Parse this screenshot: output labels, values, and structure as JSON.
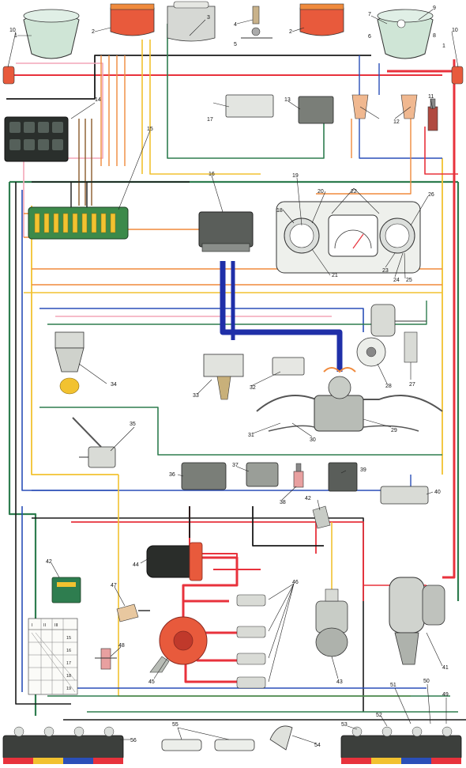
{
  "diagram": {
    "labels": {
      "l1": "1",
      "l2": "2",
      "l3": "3",
      "l4": "4",
      "l5": "5",
      "l6": "6",
      "l7": "7",
      "l8": "8",
      "l9": "9",
      "l10": "10",
      "l11": "11",
      "l12": "12",
      "l13": "13",
      "l14": "14",
      "l15": "15",
      "l16": "16",
      "l17": "17",
      "l18": "18",
      "l19": "19",
      "l20": "20",
      "l21": "21",
      "l22": "22",
      "l23": "23",
      "l24": "24",
      "l25": "25",
      "l26": "26",
      "l27": "27",
      "l28": "28",
      "l29": "29",
      "l30": "30",
      "l31": "31",
      "l32": "32",
      "l33": "33",
      "l34": "34",
      "l35": "35",
      "l36": "36",
      "l37": "37",
      "l38": "38",
      "l39": "39",
      "l40": "40",
      "l41": "41",
      "l42": "42",
      "l43": "43",
      "l44": "44",
      "l45": "45",
      "l46": "46",
      "l47": "47",
      "l48": "48",
      "l49": "49",
      "l50": "50",
      "l51": "51",
      "l52": "52",
      "l53": "53",
      "l54": "54",
      "l55": "55",
      "l56": "56"
    },
    "switch_table": {
      "header": [
        "I",
        "II",
        "III"
      ],
      "rows": [
        "15",
        "16",
        "17",
        "18",
        "19"
      ]
    },
    "wire_colors": {
      "red": "#e8323c",
      "blue": "#2a4fb8",
      "yellow": "#f2c230",
      "green": "#2e7d4f",
      "black": "#1a1a1a",
      "brown": "#8a5a2b",
      "orange": "#f08a3c",
      "pink": "#f4a6b8",
      "grey": "#9aa0a6",
      "violet": "#7a4fa8",
      "dark_blue_bundle": "#1f2fa8"
    }
  }
}
